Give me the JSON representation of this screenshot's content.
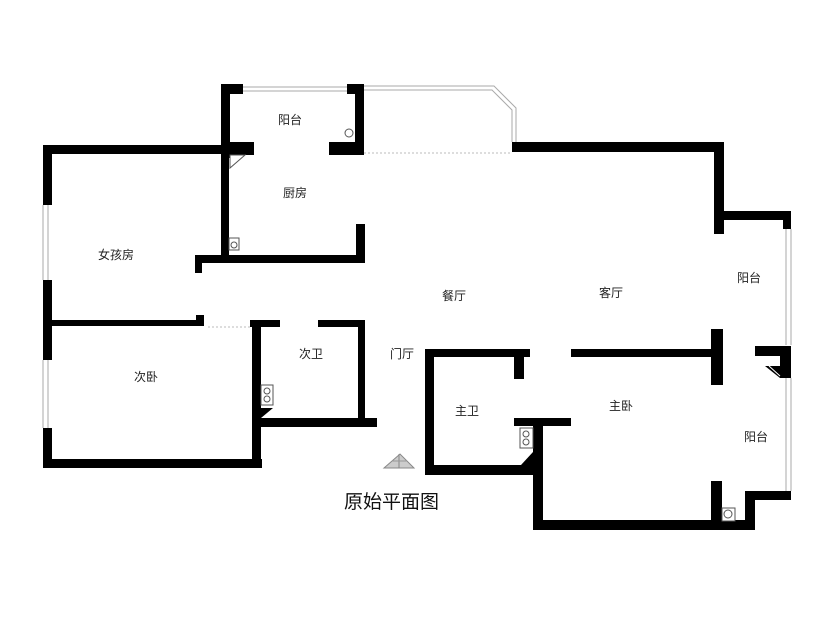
{
  "title": "原始平面图",
  "rooms": {
    "balcony_top": "阳台",
    "kitchen": "厨房",
    "girls_room": "女孩房",
    "dining": "餐厅",
    "living": "客厅",
    "balcony_right_top": "阳台",
    "second_bedroom": "次卧",
    "second_bath": "次卫",
    "foyer": "门厅",
    "master_bath": "主卫",
    "master_bedroom": "主卧",
    "balcony_right_bottom": "阳台"
  },
  "colors": {
    "wall": "#000000",
    "window": "#aaaaaa",
    "text": "#222222"
  }
}
